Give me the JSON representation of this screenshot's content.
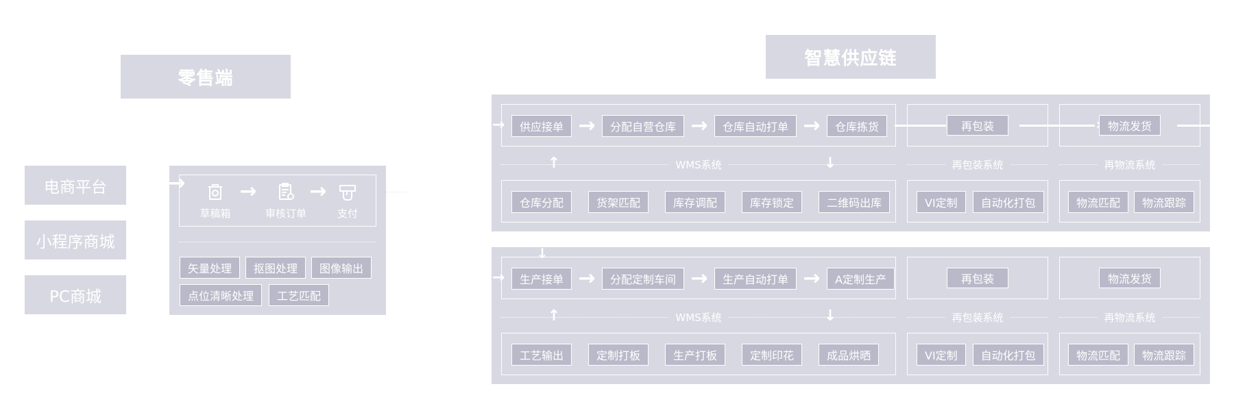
{
  "retail": {
    "title": "零售端",
    "channels": [
      "电商平台",
      "小程序商城",
      "PC商城"
    ],
    "flow": [
      {
        "icon": "trash-box-icon",
        "label": "草稿箱"
      },
      {
        "icon": "clipboard-review-icon",
        "label": "审核订单"
      },
      {
        "icon": "hand-payment-icon",
        "label": "支付"
      }
    ],
    "tools_row1": [
      "矢量处理",
      "抠图处理",
      "图像输出"
    ],
    "tools_row2": [
      "点位清晰处理",
      "工艺匹配"
    ]
  },
  "supply": {
    "title": "智慧供应链",
    "lanes": [
      {
        "flow": [
          "供应接单",
          "分配自营仓库",
          "仓库自动打单",
          "仓库拣货"
        ],
        "repack": "再包装",
        "logistics": "物流发货",
        "wms_label": "WMS系统",
        "repack_label": "再包装系统",
        "logistics_label": "再物流系统",
        "wms_items": [
          "仓库分配",
          "货架匹配",
          "库存调配",
          "库存锁定",
          "二维码出库"
        ],
        "repack_items": [
          "VI定制",
          "自动化打包"
        ],
        "logistics_items": [
          "物流匹配",
          "物流跟踪"
        ]
      },
      {
        "flow": [
          "生产接单",
          "分配定制车间",
          "生产自动打单",
          "A定制生产"
        ],
        "repack": "再包装",
        "logistics": "物流发货",
        "wms_label": "WMS系统",
        "repack_label": "再包装系统",
        "logistics_label": "再物流系统",
        "wms_items": [
          "工艺输出",
          "定制打板",
          "生产打板",
          "定制印花",
          "成品烘晒"
        ],
        "repack_items": [
          "VI定制",
          "自动化打包"
        ],
        "logistics_items": [
          "物流匹配",
          "物流跟踪"
        ]
      }
    ]
  },
  "colors": {
    "box": "#d8d8e2",
    "chip": "#b9b9c9",
    "text": "#ffffff"
  }
}
